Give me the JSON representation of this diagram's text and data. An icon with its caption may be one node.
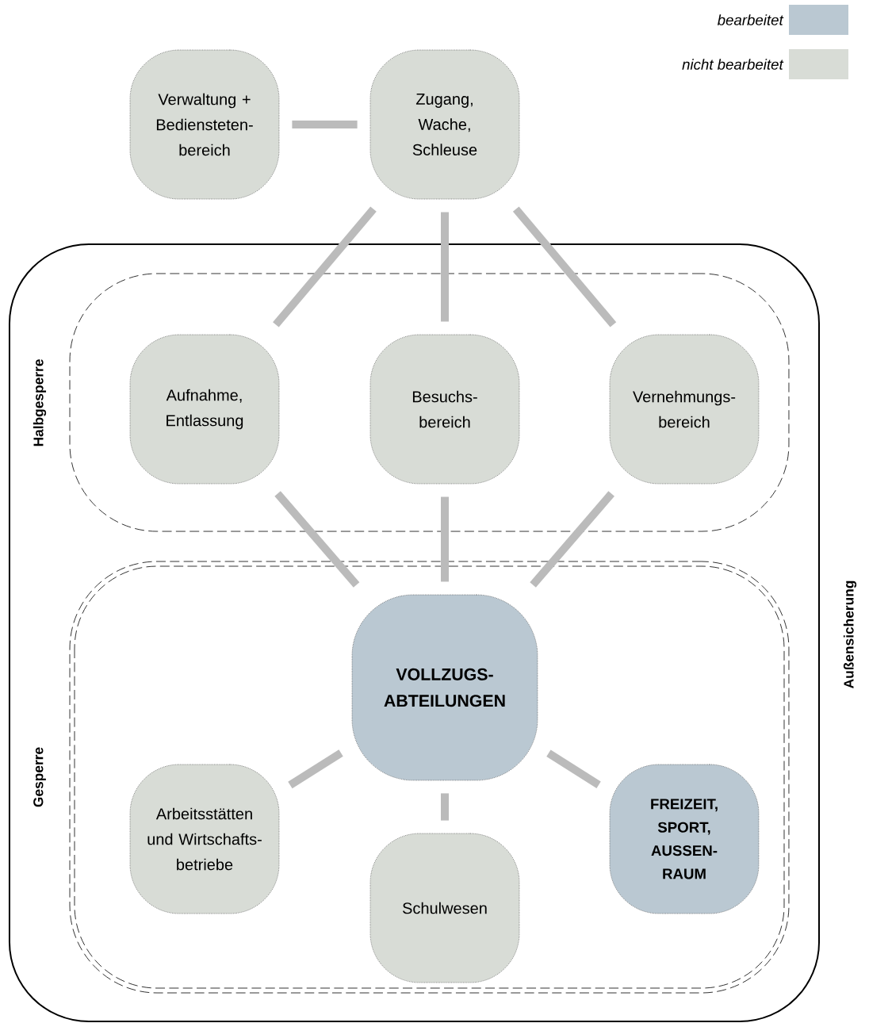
{
  "diagram": {
    "nodes": [
      {
        "text": [
          "Außensicherung"
        ]
      },
      {
        "text": [
          "Halbgesperre"
        ],
        "in": 0
      },
      {
        "text": [
          "Gesperre"
        ],
        "in": 0
      },
      {
        "text": [
          "Verwaltung + Bediensteten- bereich"
        ]
      },
      {
        "text": [
          "Zugang, Wache, Schleuse"
        ]
      },
      {
        "text": [
          "Aufnahme, Entlassung"
        ],
        "in": 1
      },
      {
        "text": [
          "Besuchs- bereich"
        ],
        "in": 1
      },
      {
        "text": [
          "Vernehmungs- bereich"
        ],
        "in": 1
      },
      {
        "text": [
          "VOLLZUGS- ABTEILUNGEN"
        ],
        "in": 2
      },
      {
        "text": [
          "Arbeitsstätten und Wirtschafts- betriebe"
        ],
        "in": 2
      },
      {
        "text": [
          "Schulwesen"
        ],
        "in": 2
      },
      {
        "text": [
          "FREIZEIT, SPORT, AUSSEN- RAUM"
        ],
        "in": 2
      }
    ],
    "edges": [
      {
        "from": 3,
        "to": 4,
        "arrow": "none"
      },
      {
        "from": 4,
        "to": 5,
        "arrow": "none"
      },
      {
        "from": 4,
        "to": 6,
        "arrow": "none"
      },
      {
        "from": 4,
        "to": 7,
        "arrow": "none"
      },
      {
        "from": 5,
        "to": 8,
        "arrow": "none"
      },
      {
        "from": 6,
        "to": 8,
        "arrow": "none"
      },
      {
        "from": 7,
        "to": 8,
        "arrow": "none"
      },
      {
        "from": 8,
        "to": 9,
        "arrow": "none"
      },
      {
        "from": 8,
        "to": 10,
        "arrow": "none"
      },
      {
        "from": 8,
        "to": 11,
        "arrow": "none"
      }
    ],
    "legend": [
      {
        "text": "bearbeitet",
        "color": "#bac8d2"
      },
      {
        "text": "nicht bearbeitet",
        "color": "#d8dcd6"
      }
    ]
  }
}
